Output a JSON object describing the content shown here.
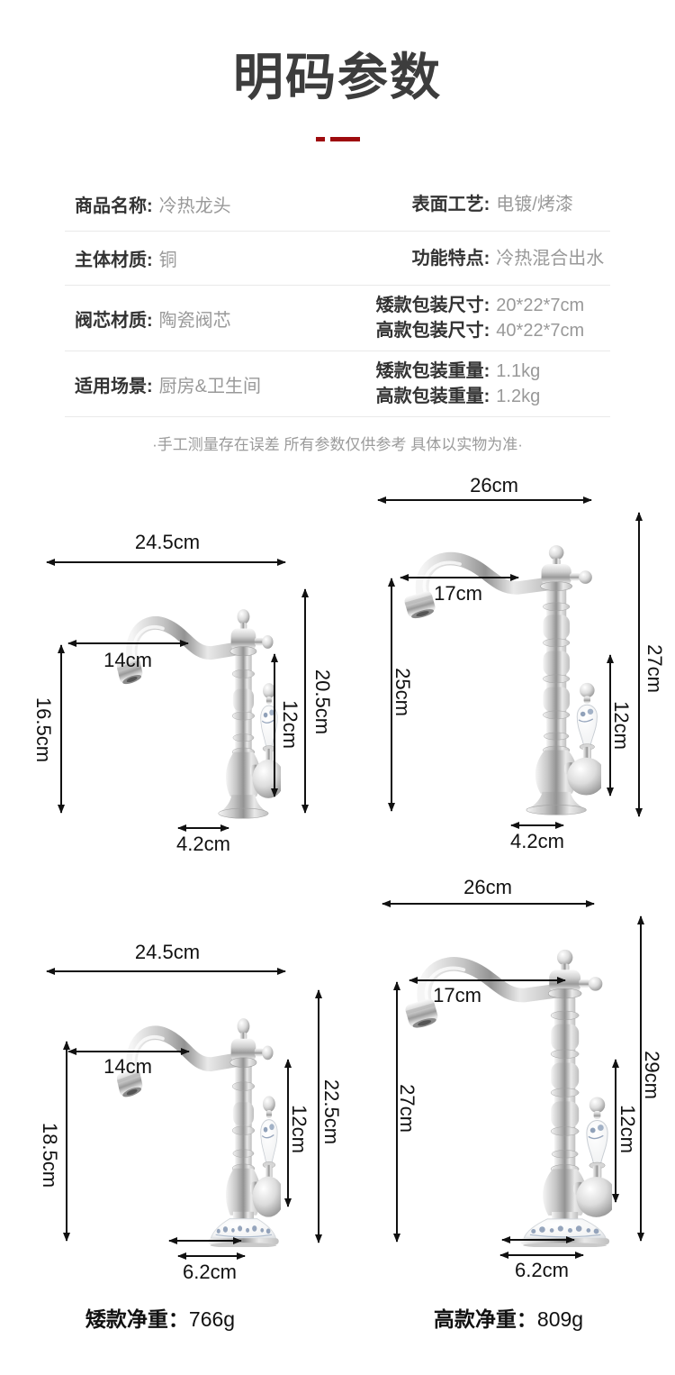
{
  "header": {
    "title": "明码参数"
  },
  "table": {
    "rows": [
      {
        "left_label": "商品名称:",
        "left_value": "冷热龙头",
        "right_label": "表面工艺:",
        "right_value": "电镀/烤漆"
      },
      {
        "left_label": "主体材质:",
        "left_value": "铜",
        "right_label": "功能特点:",
        "right_value": "冷热混合出水"
      },
      {
        "left_label": "阀芯材质:",
        "left_value": "陶瓷阀芯",
        "right_lines": [
          {
            "label": "矮款包装尺寸:",
            "value": "20*22*7cm"
          },
          {
            "label": "高款包装尺寸:",
            "value": "40*22*7cm"
          }
        ]
      },
      {
        "left_label": "适用场景:",
        "left_value": "厨房&卫生间",
        "right_lines": [
          {
            "label": "矮款包装重量:",
            "value": "1.1kg"
          },
          {
            "label": "高款包装重量:",
            "value": "1.2kg"
          }
        ]
      }
    ]
  },
  "disclaimer": "·手工测量存在误差 所有参数仅供参考 具体以实物为准·",
  "diagrams": {
    "d1": {
      "top_width": "24.5cm",
      "spout_reach": "14cm",
      "left_height": "16.5cm",
      "handle_height": "12cm",
      "total_height": "20.5cm",
      "base_width": "4.2cm"
    },
    "d2": {
      "top_width": "26cm",
      "spout_reach": "17cm",
      "left_height": "25cm",
      "handle_height": "12cm",
      "total_height": "27cm",
      "base_width": "4.2cm"
    },
    "d3": {
      "top_width": "24.5cm",
      "spout_reach": "14cm",
      "left_height": "18.5cm",
      "handle_height": "12cm",
      "total_height": "22.5cm",
      "base_width": "6.2cm"
    },
    "d4": {
      "top_width": "26cm",
      "spout_reach": "17cm",
      "left_height": "27cm",
      "handle_height": "12cm",
      "total_height": "29cm",
      "base_width": "6.2cm"
    }
  },
  "footer": {
    "low_label": "矮款净重：",
    "low_value": "766g",
    "high_label": "高款净重：",
    "high_value": "809g"
  },
  "colors": {
    "accent_red": "#9e0b0e",
    "label_dark": "#333333",
    "value_gray": "#999999"
  }
}
